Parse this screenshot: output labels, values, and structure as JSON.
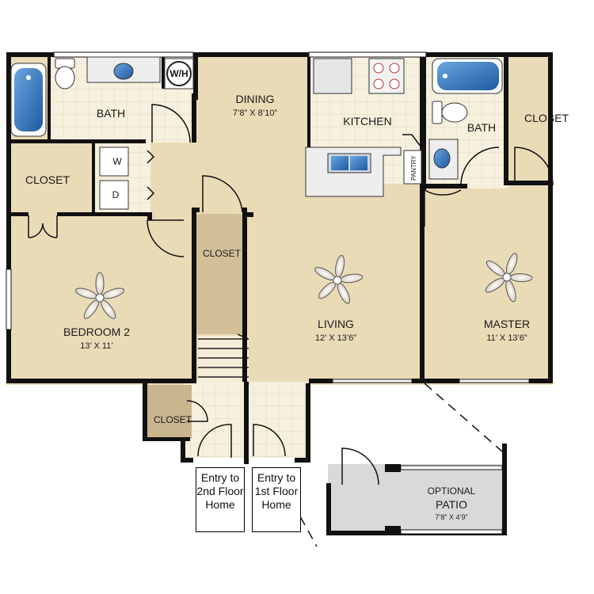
{
  "rooms": {
    "bath_left": {
      "name": "BATH"
    },
    "dining": {
      "name": "DINING",
      "dim": "7’8” X 8’10”"
    },
    "kitchen": {
      "name": "KITCHEN"
    },
    "bath_right": {
      "name": "BATH"
    },
    "closet_top_right": {
      "name": "CLOSET"
    },
    "closet_left": {
      "name": "CLOSET"
    },
    "closet_center": {
      "name": "CLOSET"
    },
    "closet_bottom": {
      "name": "CLOSET"
    },
    "bedroom2": {
      "name": "BEDROOM 2",
      "dim": "13’ X 11’"
    },
    "living": {
      "name": "LIVING",
      "dim": "12’ X 13’6”"
    },
    "master": {
      "name": "MASTER",
      "dim": "11’ X 13’6”"
    },
    "patio": {
      "optional": "OPTIONAL",
      "name": "PATIO",
      "dim": "7’8” X 4’9”"
    }
  },
  "appliances": {
    "water_heater": "W/H",
    "washer": "W",
    "dryer": "D",
    "pantry": "PANTRY"
  },
  "entries": {
    "second_floor": "Entry to 2nd Floor Home",
    "first_floor": "Entry to 1st Floor Home"
  },
  "colors": {
    "carpet": "#eadbb7",
    "tile": "#f6f0de",
    "wall": "#111111",
    "closet": "#c9b58e",
    "patio": "#d9d9d9",
    "fixture": "#2f6fb2"
  }
}
